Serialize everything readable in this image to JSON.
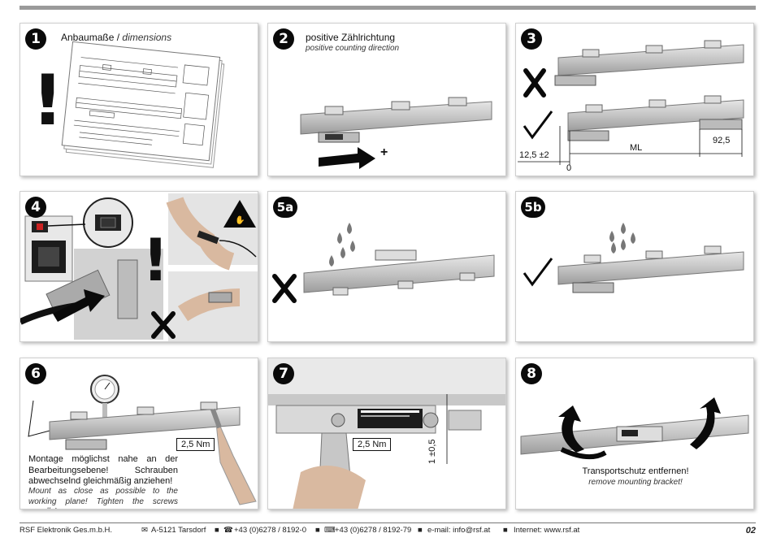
{
  "panels": {
    "p1": {
      "number": "1",
      "title": "Anbaumaße /",
      "title_en": "dimensions",
      "mark": "!"
    },
    "p2": {
      "number": "2",
      "title": "positive Zählrichtung",
      "title_en": "positive counting direction",
      "sign": "+"
    },
    "p3": {
      "number": "3",
      "dim_left": "12,5 ±2",
      "dim_ml": "ML",
      "dim_right": "92,5",
      "dim_zero": "0"
    },
    "p4": {
      "number": "4",
      "mark": "!"
    },
    "p5a": {
      "number": "5a"
    },
    "p5b": {
      "number": "5b"
    },
    "p6": {
      "number": "6",
      "torque": "2,5 Nm",
      "text_de": "Montage möglichst nahe an der Bearbeitungsebene! Schrauben abwechselnd gleichmäßig anziehen!",
      "text_en": "Mount as close as possible to the working plane! Tighten the screws equally!"
    },
    "p7": {
      "number": "7",
      "torque": "2,5 Nm",
      "gap": "1 ±0,5"
    },
    "p8": {
      "number": "8",
      "text_de": "Transportschutz entfernen!",
      "text_en": "remove mounting bracket!"
    }
  },
  "footer": {
    "company": "RSF Elektronik Ges.m.b.H.",
    "address": "A-5121 Tarsdorf",
    "phone": "+43 (0)6278 / 8192-0",
    "fax": "+43 (0)6278 / 8192-79",
    "email": "e-mail: info@rsf.at",
    "internet": "Internet: www.rsf.at",
    "page": "02"
  },
  "icons": [
    "mail-icon",
    "phone-icon",
    "fax-icon",
    "check-icon",
    "cross-icon",
    "exclamation-icon",
    "esd-warning-icon",
    "arrow-icon",
    "drop-icon"
  ]
}
